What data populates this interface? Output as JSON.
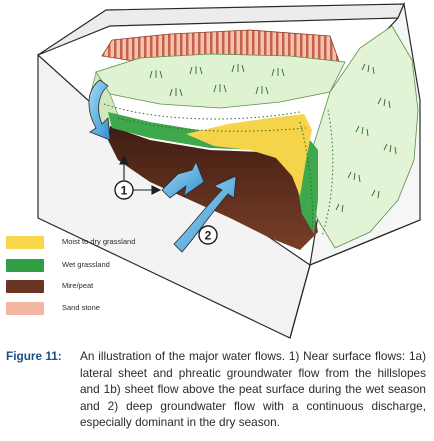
{
  "figure": {
    "markers": [
      "1",
      "2"
    ]
  },
  "legend": [
    {
      "label": "Moist to dry grassland",
      "color": "#f7d64a"
    },
    {
      "label": "Wet grassland",
      "color": "#2f9e45"
    },
    {
      "label": "Mire/peat",
      "color": "#6b3524"
    },
    {
      "label": "Sand stone",
      "color": "#f3b6a2"
    }
  ],
  "colors": {
    "block_face": "#f2f2f2",
    "block_outline": "#2a2a2a",
    "hillslope_green": "#d9efcb",
    "peat_brown": "#5c2e1f",
    "wet_green": "#3aa84a",
    "moist_yellow": "#f7d64a",
    "sandstone": "#e8a88f",
    "arrow_blue": "#5fb4e6",
    "caption_label": "#1c4f8a"
  },
  "caption": {
    "label": "Figure 11:",
    "text": "An illustration of the major water flows. 1) Near surface flows: 1a) lateral sheet and phreatic groundwater flow from the hillslopes and 1b) sheet flow above the peat surface during the wet season and 2) deep groundwater flow with a continuous discharge, especially dominant in the dry season."
  }
}
